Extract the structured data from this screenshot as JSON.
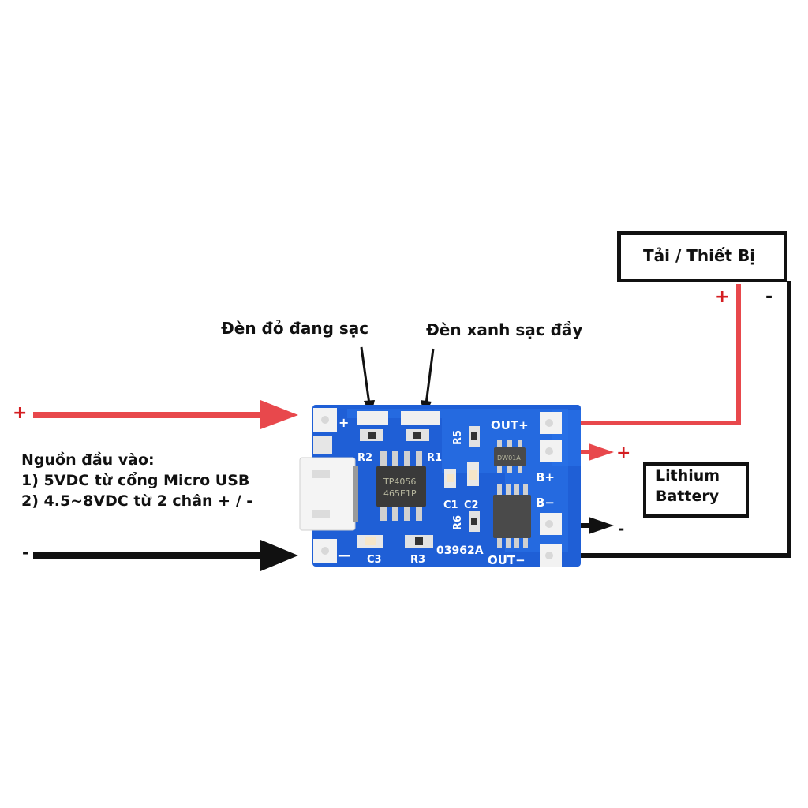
{
  "load_box": {
    "label": "Tải / Thiết Bị",
    "plus": "+",
    "minus": "-"
  },
  "led_labels": {
    "red_charging": "Đèn đỏ đang sạc",
    "green_full": "Đèn xanh sạc đầy"
  },
  "input": {
    "plus": "+",
    "minus": "-",
    "title": "Nguồn đầu vào:",
    "line1": "1) 5VDC từ cổng Micro USB",
    "line2": "2) 4.5~8VDC từ 2 chân + / -"
  },
  "battery": {
    "line1": "Lithium",
    "line2": "Battery",
    "plus": "+",
    "minus": "-"
  },
  "board": {
    "pin_in_plus": "+",
    "pin_in_minus": "—",
    "out_plus": "OUT+",
    "b_plus": "B+",
    "b_minus": "B−",
    "out_minus": "OUT−",
    "chip_main_line1": "TP4056",
    "chip_main_line2": "465E1P",
    "chip_small": "DW01A",
    "board_code": "03962A",
    "refs": {
      "r1": "R1",
      "r2": "R2",
      "r3": "R3",
      "r5": "R5",
      "r6": "R6",
      "c1": "C1",
      "c2": "C2",
      "c3": "C3"
    }
  },
  "colors": {
    "pcb_blue": "#1f5fd6",
    "pcb_trace": "#2a73ea",
    "wire_red": "#e8484c",
    "wire_black": "#111111",
    "label_red": "#d41e22"
  }
}
